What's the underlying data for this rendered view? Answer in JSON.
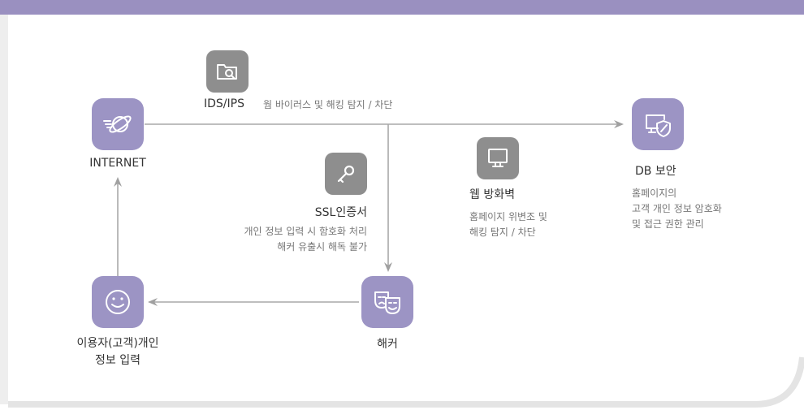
{
  "nodes": {
    "internet": {
      "label": "INTERNET",
      "icon": "globe-signal-icon"
    },
    "db": {
      "label": "DB 보안",
      "lines": [
        "홈페이지의",
        "고객 개인 정보 암호화",
        "및 접근 권한 관리"
      ],
      "icon": "monitor-shield-icon"
    },
    "user": {
      "label_lines": [
        "이용자(고객)개인",
        "정보 입력"
      ],
      "icon": "smile-face-icon"
    },
    "hacker": {
      "label": "해커",
      "icon": "masks-icon"
    }
  },
  "controls": {
    "ids": {
      "label": "IDS/IPS",
      "desc": "웜 바이러스 및 해킹 탐지 / 차단",
      "icon": "folder-search-icon"
    },
    "ssl": {
      "label": "SSL인증서",
      "lines": [
        "개인 정보 입력 시 함호화 처리",
        "해커 유출시 해독 불가"
      ],
      "icon": "key-icon"
    },
    "firewall": {
      "label": "웹 방화벽",
      "lines": [
        "홈페이지 위변조 및",
        "해킹 탐지 / 차단"
      ],
      "icon": "monitor-icon"
    }
  },
  "colors": {
    "node": "#9c94c4",
    "control": "#8e8e8e",
    "line": "#a0a0a0",
    "header": "#9a90c0"
  }
}
